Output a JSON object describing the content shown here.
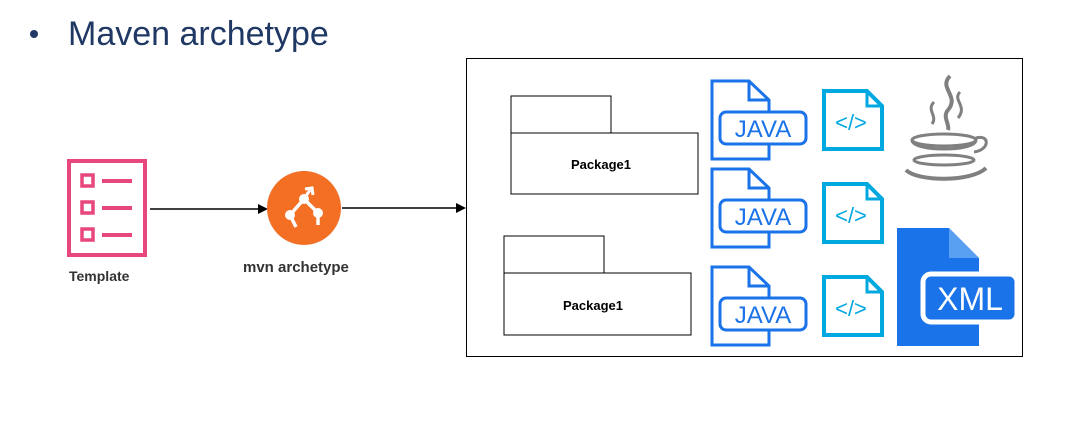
{
  "header": {
    "title": "Maven archetype"
  },
  "flow": {
    "template_label": "Template",
    "mvn_label": "mvn archetype"
  },
  "output": {
    "packages": [
      {
        "label": "Package1"
      },
      {
        "label": "Package1"
      }
    ],
    "java_file_label": "JAVA",
    "code_glyph": "</>",
    "xml_label": "XML"
  },
  "colors": {
    "title": "#1f3864",
    "template_icon": "#e8467f",
    "mvn_icon": "#f26f24",
    "file_icon": "#1a73e8",
    "code_icon": "#00a8e0",
    "xml_icon": "#1a73e8",
    "java_logo": "#808080"
  }
}
